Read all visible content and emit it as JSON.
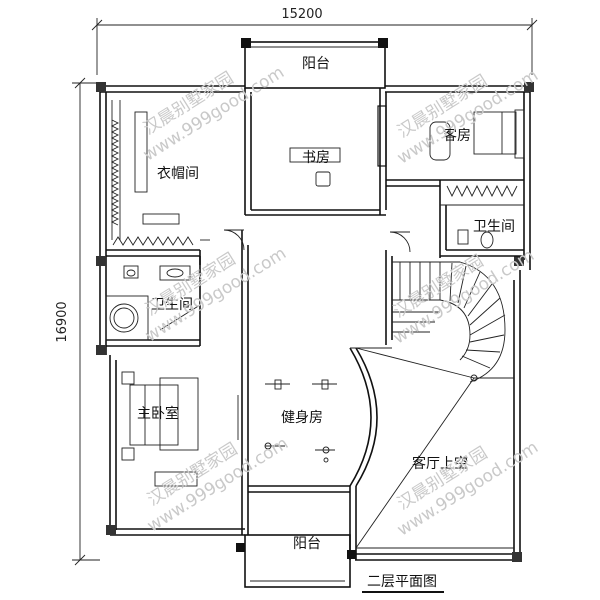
{
  "dimensions": {
    "width_label": "15200",
    "height_label": "16900"
  },
  "rooms": {
    "balcony_top": "阳台",
    "study": "书房",
    "cloakroom": "衣帽间",
    "guest_room": "客房",
    "bath_right": "卫生间",
    "bath_left": "卫生间",
    "master_bedroom": "主卧室",
    "gym": "健身房",
    "living_void": "客厅上空",
    "balcony_bottom": "阳台"
  },
  "title": "二层平面图",
  "watermark": {
    "name": "汉晨别墅家园",
    "url": "www.999good.com"
  },
  "colors": {
    "line": "#111111",
    "watermark": "#c9c9c9"
  }
}
